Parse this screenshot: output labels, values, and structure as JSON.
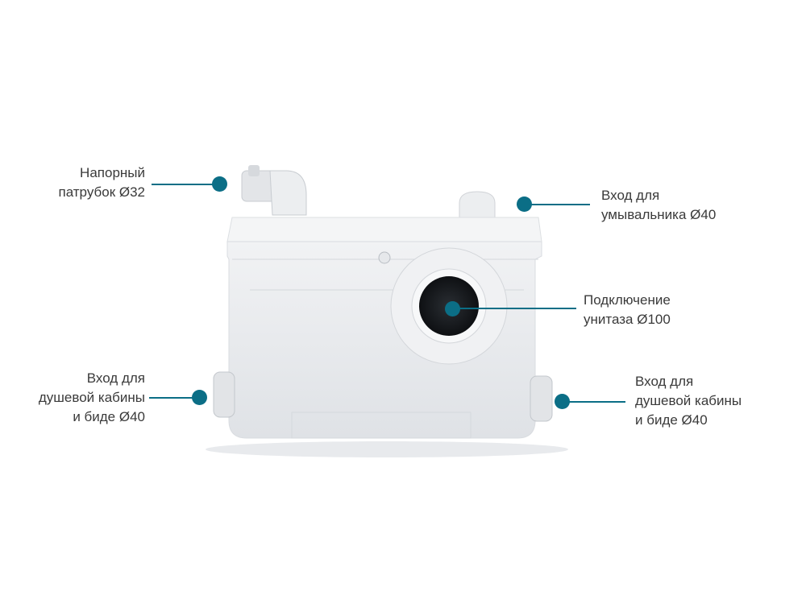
{
  "callouts": [
    {
      "lines": [
        "Напорный",
        "патрубок Ø32"
      ]
    },
    {
      "lines": [
        "Вход для",
        "умывальника Ø40"
      ]
    },
    {
      "lines": [
        "Подключение",
        "унитаза Ø100"
      ]
    },
    {
      "lines": [
        "Вход для",
        "душевой кабины",
        "и биде Ø40"
      ]
    },
    {
      "lines": [
        "Вход для",
        "душевой кабины",
        "и биде Ø40"
      ]
    }
  ],
  "colors": {
    "accent": "#0b6e86",
    "text": "#3a3a3a"
  }
}
